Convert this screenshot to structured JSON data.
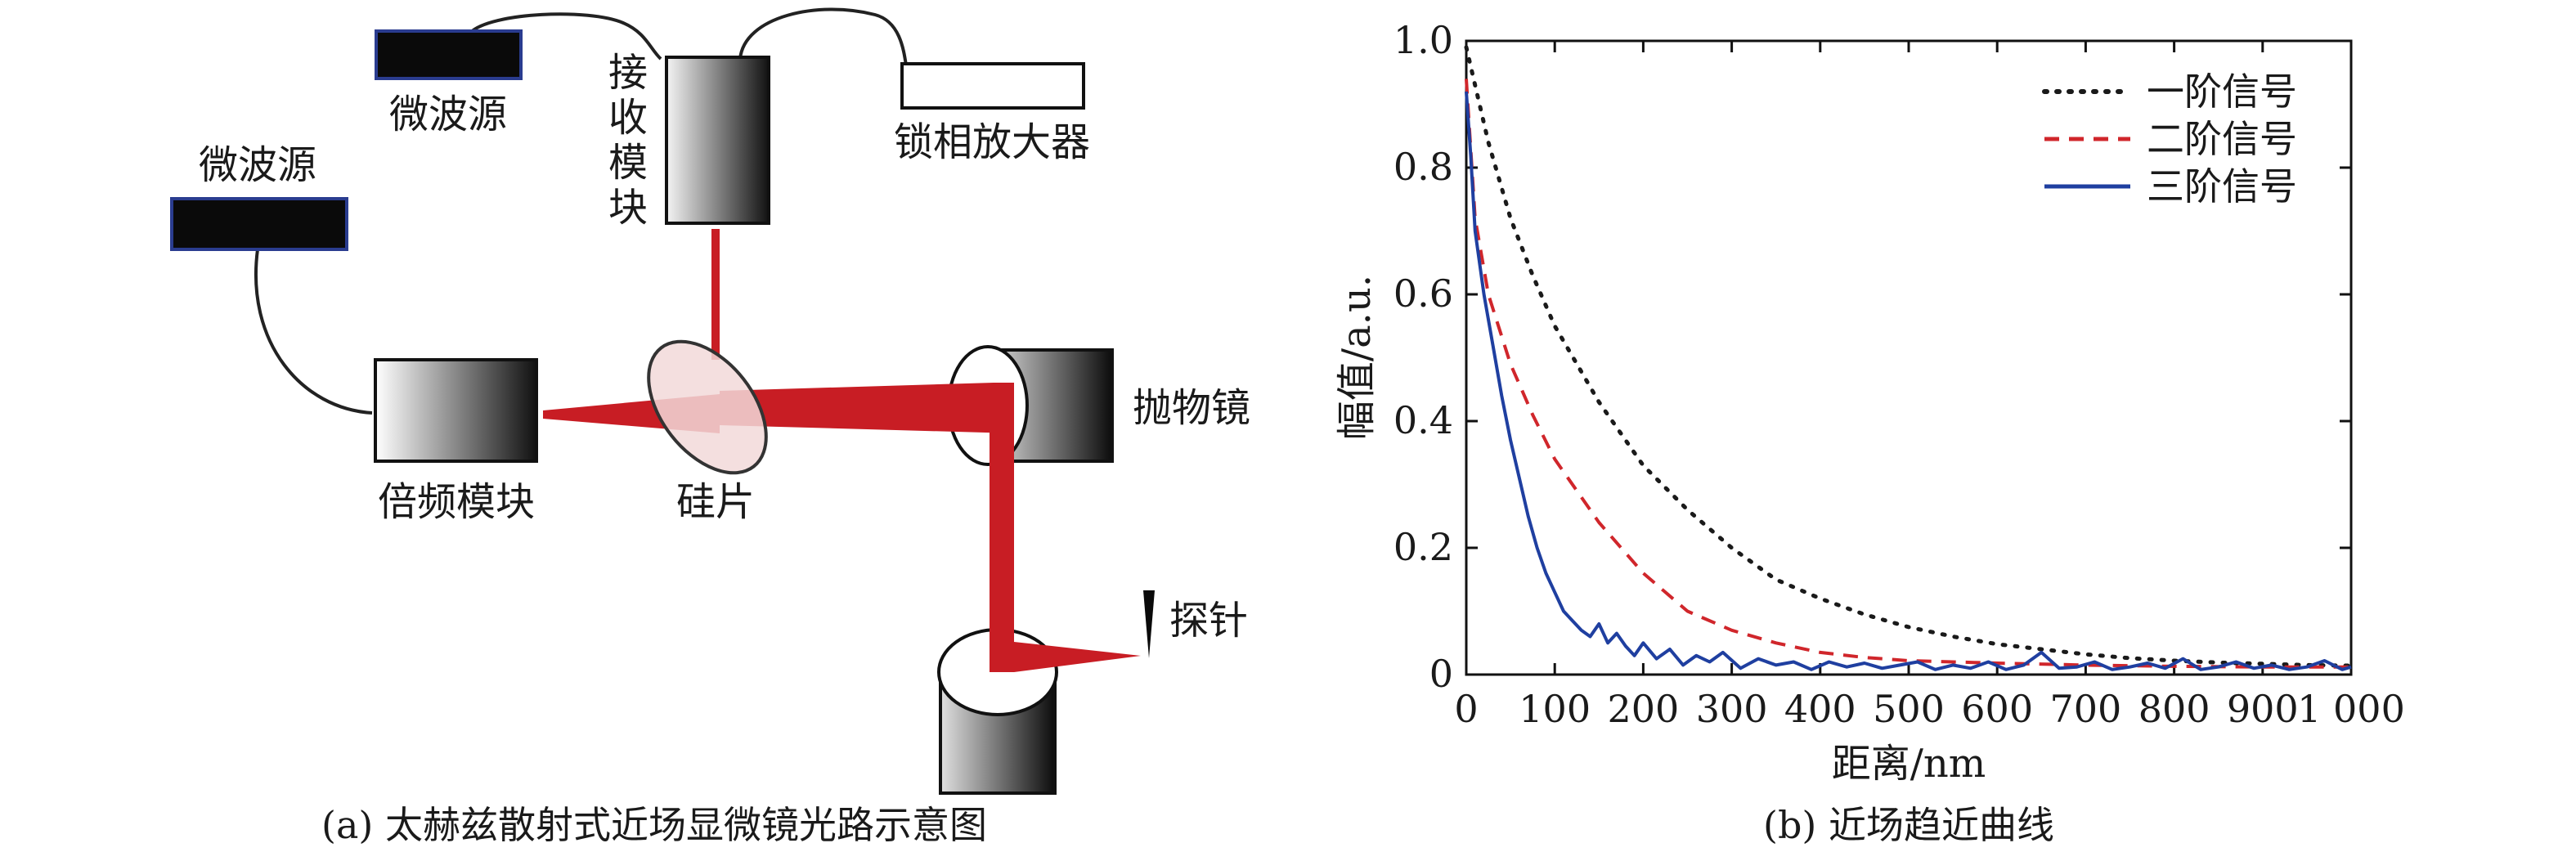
{
  "panel_a": {
    "caption": "(a) 太赫兹散射式近场显微镜光路示意图",
    "labels": {
      "source_top": "微波源",
      "source_left": "微波源",
      "receiver_chars": [
        "接",
        "收",
        "模",
        "块"
      ],
      "lockin": "锁相放大器",
      "multiplier": "倍频模块",
      "silicon": "硅片",
      "paraboloid": "抛物镜",
      "probe": "探针"
    }
  },
  "panel_b": {
    "caption": "(b) 近场趋近曲线",
    "chart_data": {
      "type": "line",
      "xlabel": "距离/nm",
      "ylabel": "幅值/a.u.",
      "xlim": [
        0,
        1000
      ],
      "ylim": [
        0,
        1.0
      ],
      "x_ticks": [
        0,
        100,
        200,
        300,
        400,
        500,
        600,
        700,
        800,
        900,
        1000
      ],
      "x_tick_labels": [
        "0",
        "100",
        "200",
        "300",
        "400",
        "500",
        "600",
        "700",
        "800",
        "900",
        "1 000"
      ],
      "y_ticks": [
        0,
        0.2,
        0.4,
        0.6,
        0.8,
        1.0
      ],
      "y_tick_labels": [
        "0",
        "0.2",
        "0.4",
        "0.6",
        "0.8",
        "1.0"
      ],
      "legend_position": "top-right",
      "series": [
        {
          "name": "一阶信号",
          "color": "#1a1a1a",
          "style": "dotted",
          "x": [
            0,
            25,
            50,
            75,
            100,
            150,
            200,
            250,
            300,
            350,
            400,
            450,
            500,
            550,
            600,
            650,
            700,
            750,
            800,
            850,
            900,
            950,
            1000
          ],
          "y": [
            0.99,
            0.84,
            0.72,
            0.63,
            0.55,
            0.43,
            0.33,
            0.26,
            0.2,
            0.15,
            0.12,
            0.095,
            0.075,
            0.06,
            0.048,
            0.04,
            0.032,
            0.026,
            0.022,
            0.019,
            0.017,
            0.015,
            0.014
          ]
        },
        {
          "name": "二阶信号",
          "color": "#d0262b",
          "style": "dashed",
          "x": [
            0,
            10,
            25,
            50,
            75,
            100,
            150,
            200,
            250,
            300,
            350,
            400,
            450,
            500,
            600,
            700,
            800,
            900,
            1000
          ],
          "y": [
            0.94,
            0.72,
            0.6,
            0.49,
            0.41,
            0.34,
            0.24,
            0.16,
            0.1,
            0.07,
            0.05,
            0.035,
            0.027,
            0.022,
            0.018,
            0.015,
            0.013,
            0.012,
            0.012
          ]
        },
        {
          "name": "三阶信号",
          "color": "#1f3fa0",
          "style": "solid",
          "x": [
            0,
            5,
            10,
            20,
            30,
            40,
            50,
            60,
            70,
            80,
            90,
            100,
            110,
            120,
            130,
            140,
            150,
            160,
            170,
            180,
            190,
            200,
            215,
            230,
            245,
            260,
            275,
            290,
            310,
            330,
            350,
            370,
            390,
            410,
            430,
            450,
            470,
            490,
            510,
            530,
            550,
            570,
            590,
            610,
            630,
            650,
            670,
            690,
            710,
            730,
            750,
            770,
            790,
            810,
            830,
            850,
            870,
            890,
            910,
            930,
            950,
            970,
            990,
            1000
          ],
          "y": [
            0.92,
            0.82,
            0.7,
            0.6,
            0.52,
            0.44,
            0.37,
            0.31,
            0.25,
            0.2,
            0.16,
            0.13,
            0.1,
            0.085,
            0.07,
            0.06,
            0.08,
            0.05,
            0.065,
            0.045,
            0.03,
            0.05,
            0.025,
            0.04,
            0.015,
            0.03,
            0.02,
            0.035,
            0.01,
            0.025,
            0.015,
            0.02,
            0.008,
            0.02,
            0.012,
            0.018,
            0.01,
            0.015,
            0.02,
            0.008,
            0.015,
            0.01,
            0.02,
            0.008,
            0.015,
            0.035,
            0.01,
            0.012,
            0.02,
            0.008,
            0.012,
            0.018,
            0.01,
            0.025,
            0.008,
            0.012,
            0.02,
            0.01,
            0.015,
            0.008,
            0.012,
            0.022,
            0.008,
            0.012
          ]
        }
      ]
    }
  }
}
